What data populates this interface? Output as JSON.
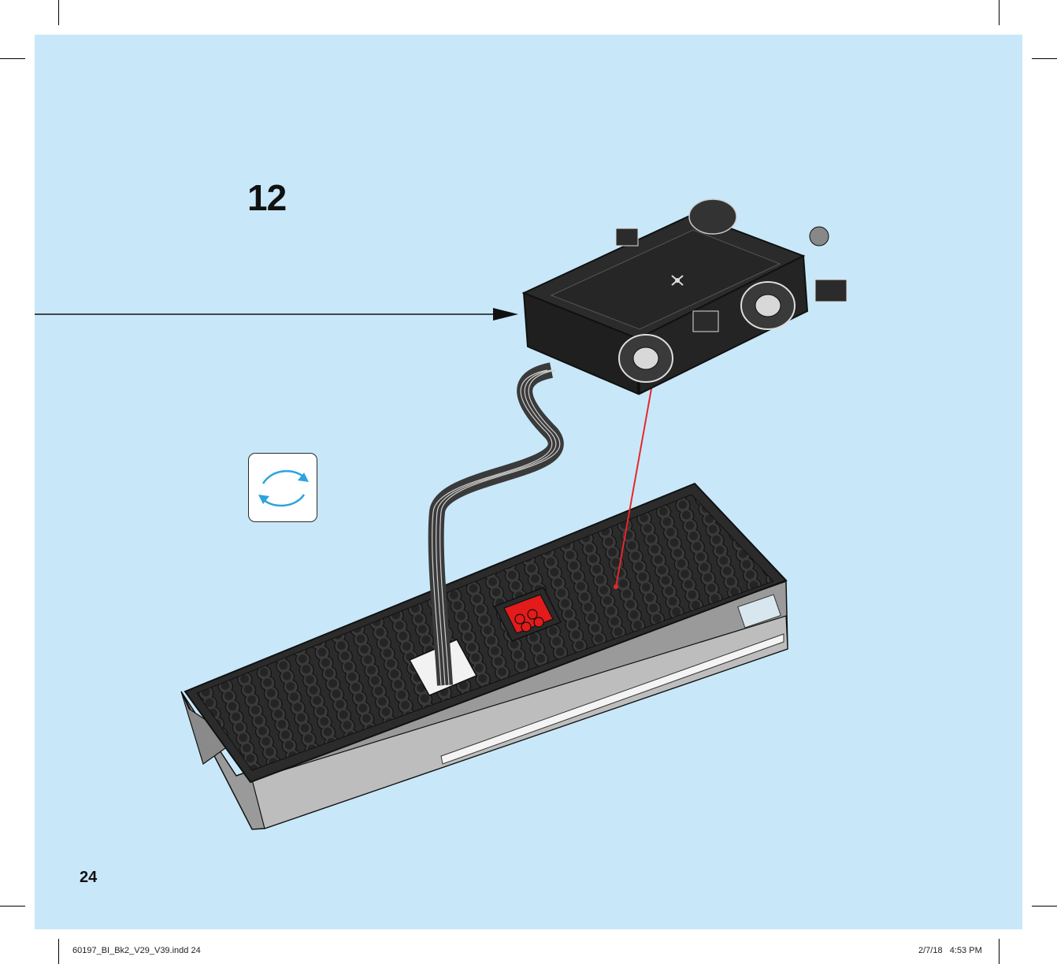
{
  "step": {
    "number": "12"
  },
  "page": {
    "number": "24"
  },
  "slug": {
    "file": "60197_BI_Bk2_V29_V39.indd   24",
    "date": "2/7/18",
    "time": "4:53 PM"
  },
  "colors": {
    "background": "#c8e8fa",
    "brick_black": "#2b2b2b",
    "brick_red": "#e31b1b",
    "rotate_arrow": "#2aa3df",
    "placement_line": "#e8262a"
  },
  "icons": {
    "rotate": "rotate-model-icon",
    "train_motor": "train-motor-icon"
  }
}
